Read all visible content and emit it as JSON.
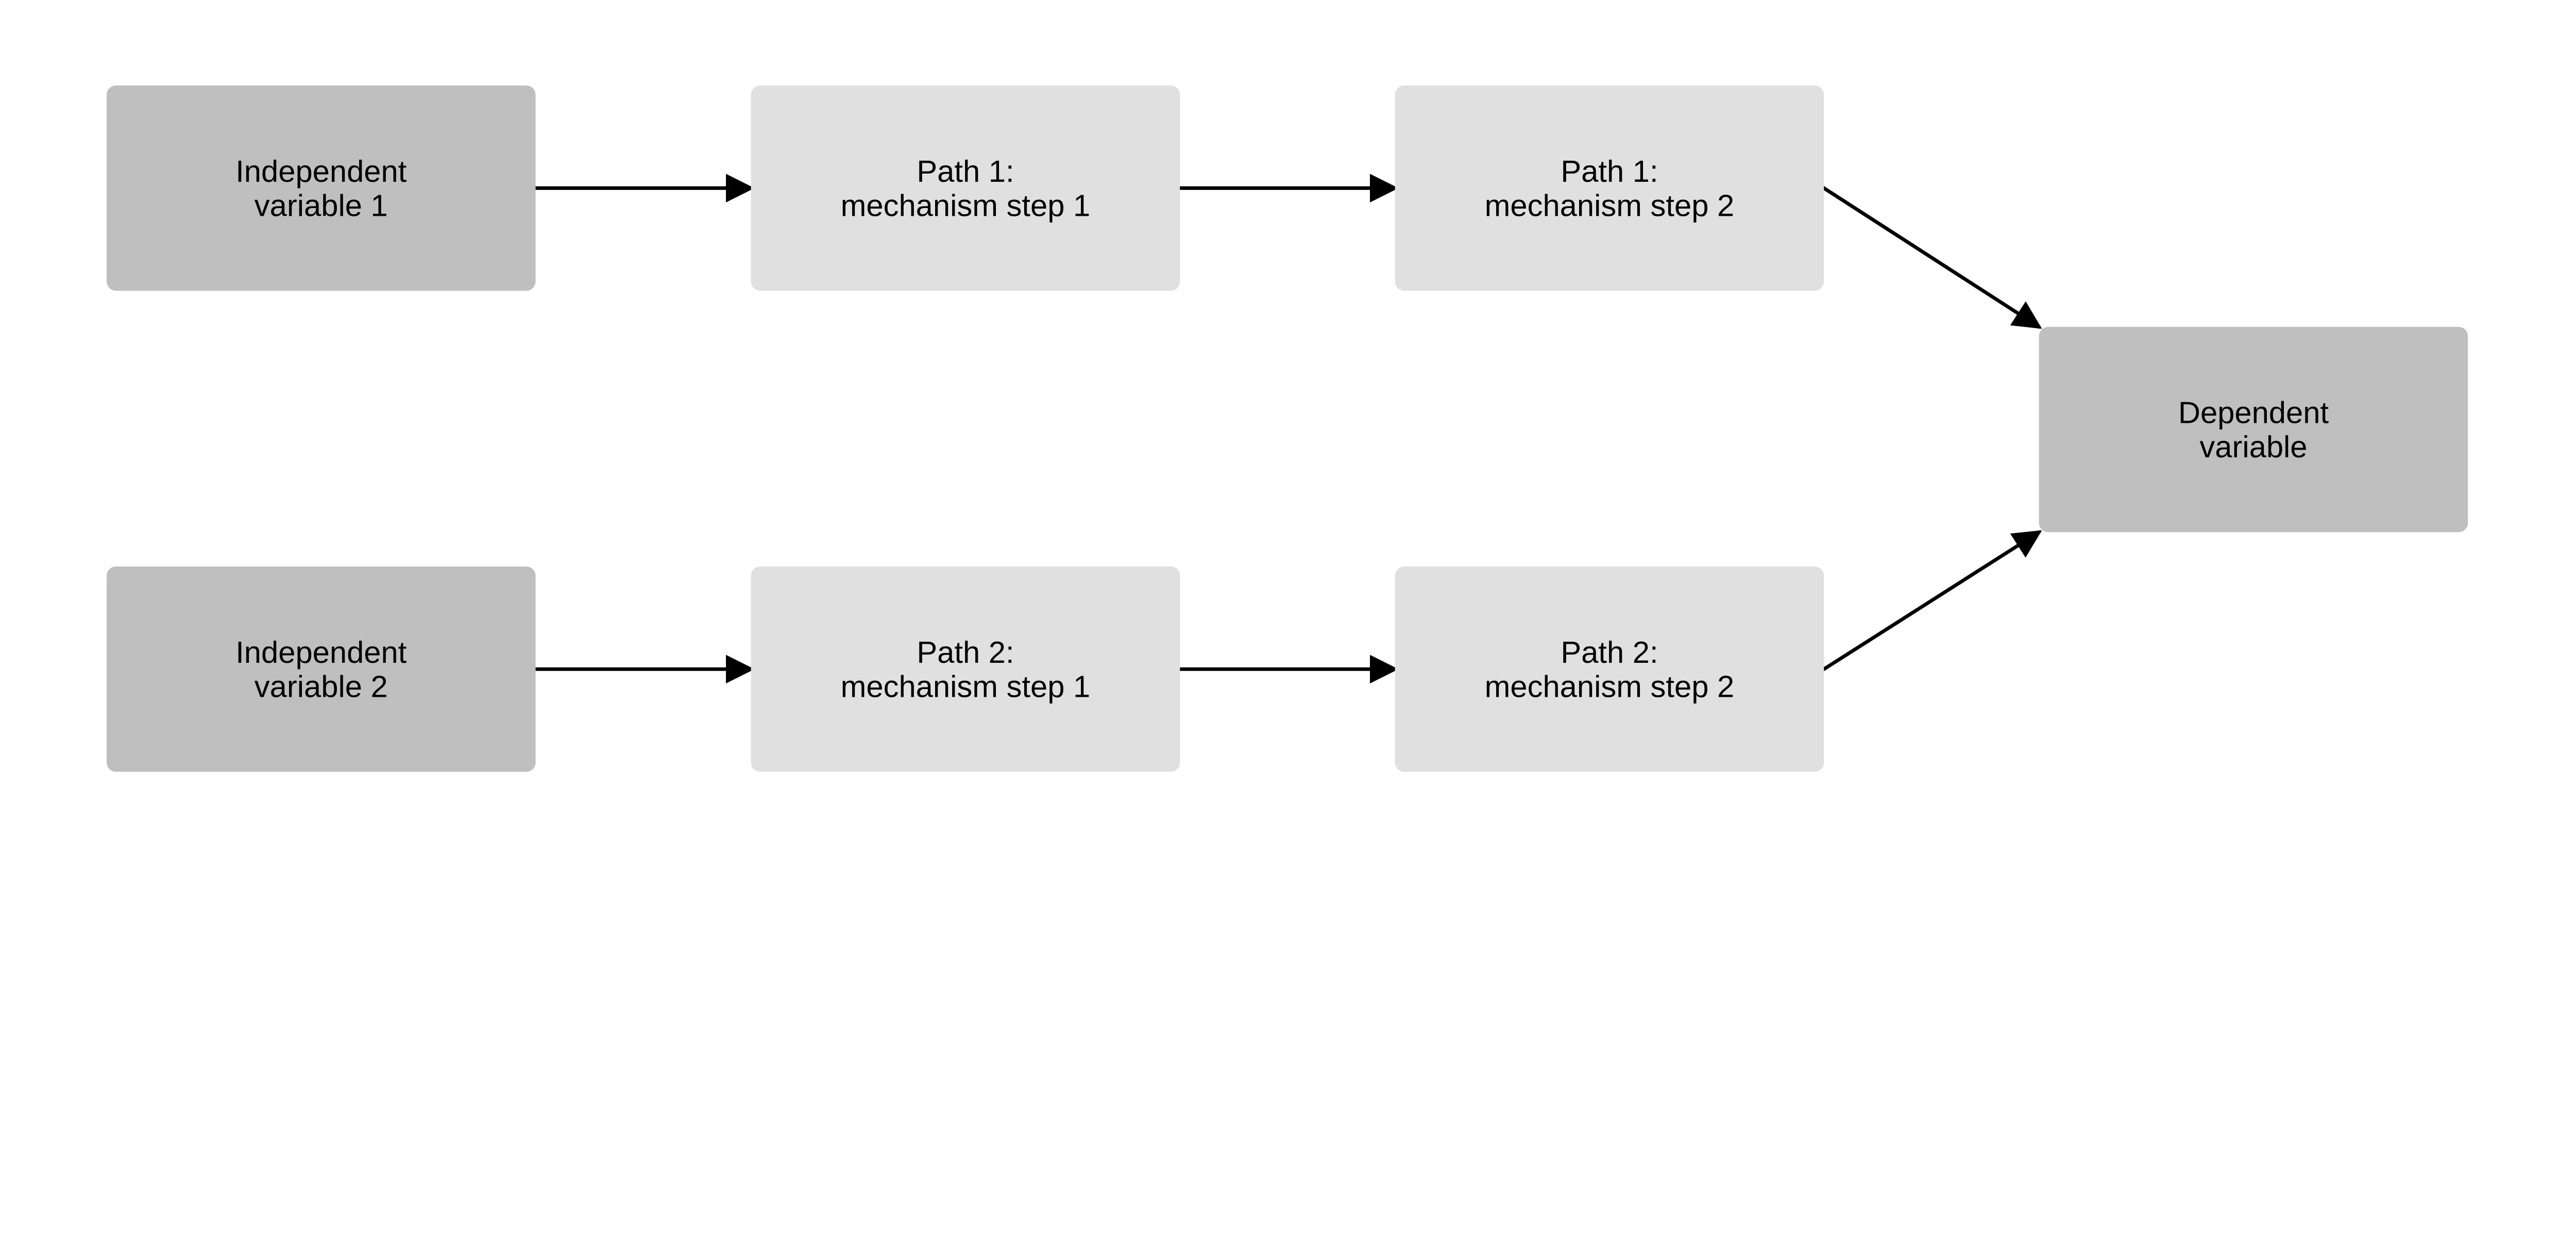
{
  "colors": {
    "primary_node": "#bfbfbf",
    "secondary_node": "#e0e0e0",
    "edge": "#000000",
    "background": "#ffffff"
  },
  "nodes": [
    {
      "id": "iv1",
      "lines": [
        "Independent",
        "variable 1"
      ],
      "style": "primary"
    },
    {
      "id": "p1s1",
      "lines": [
        "Path 1:",
        "mechanism step 1"
      ],
      "style": "secondary"
    },
    {
      "id": "p1s2",
      "lines": [
        "Path 1:",
        "mechanism step 2"
      ],
      "style": "secondary"
    },
    {
      "id": "dv",
      "lines": [
        "Dependent",
        "variable"
      ],
      "style": "primary"
    },
    {
      "id": "iv2",
      "lines": [
        "Independent",
        "variable 2"
      ],
      "style": "primary"
    },
    {
      "id": "p2s1",
      "lines": [
        "Path 2:",
        "mechanism step 1"
      ],
      "style": "secondary"
    },
    {
      "id": "p2s2",
      "lines": [
        "Path 2:",
        "mechanism step 2"
      ],
      "style": "secondary"
    }
  ],
  "edges": [
    {
      "from": "iv1",
      "to": "p1s1"
    },
    {
      "from": "p1s1",
      "to": "p1s2"
    },
    {
      "from": "p1s2",
      "to": "dv"
    },
    {
      "from": "iv2",
      "to": "p2s1"
    },
    {
      "from": "p2s1",
      "to": "p2s2"
    },
    {
      "from": "p2s2",
      "to": "dv"
    }
  ]
}
